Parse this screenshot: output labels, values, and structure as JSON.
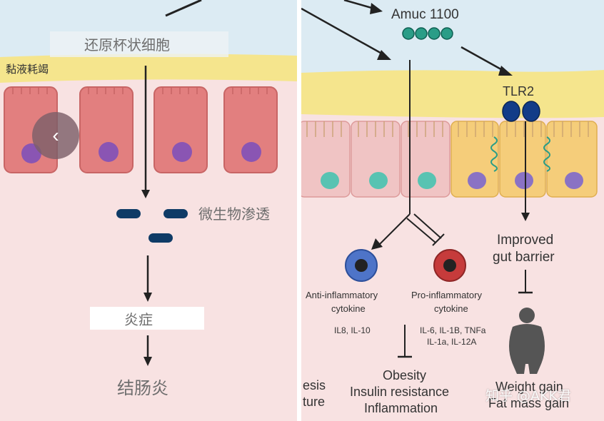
{
  "left": {
    "goblet_cell_label": "还原杯状细胞",
    "mucus_label": "黏液耗竭",
    "microbe_label": "微生物渗透",
    "inflammation_label": "炎症",
    "colitis_label": "结肠炎"
  },
  "nav": {
    "back_icon": "chevron-left-icon",
    "back_glyph": "‹"
  },
  "right": {
    "amuc_label": "Amuc 1100",
    "tlr2_label": "TLR2",
    "anti_label_1": "Anti-inflammatory",
    "anti_label_2": "cytokine",
    "anti_cytokines": "IL8, IL-10",
    "pro_label_1": "Pro-inflammatory",
    "pro_label_2": "cytokine",
    "pro_cytokines_1": "IL-6, IL-1B, TNFa",
    "pro_cytokines_2": "IL-1a, IL-12A",
    "barrier_1": "Improved",
    "barrier_2": "gut barrier",
    "outcome_1": "Obesity",
    "outcome_2": "Insulin resistance",
    "outcome_3": "Inflammation",
    "cut_1": "esis",
    "cut_2": "ture",
    "weight_1": "Weight gain",
    "weight_2": "Fat mass gain",
    "watermark": "知乎 @AKK君"
  },
  "colors": {
    "lumen": "#dcebf3",
    "mucus": "#f5e58d",
    "tissue": "#f8e2e2",
    "left_cell": "#e27f7f",
    "nucleus": "#8a55b3",
    "microbe": "#0f3b66",
    "akk_dot": "#2a9d87",
    "tlr2": "#123c88",
    "pink_cell": "#f0c4c4",
    "yellow_cell": "#f5cd7a",
    "anti_cell": "#4e74c8",
    "pro_cell": "#c63b3b",
    "arrow": "#222222"
  }
}
